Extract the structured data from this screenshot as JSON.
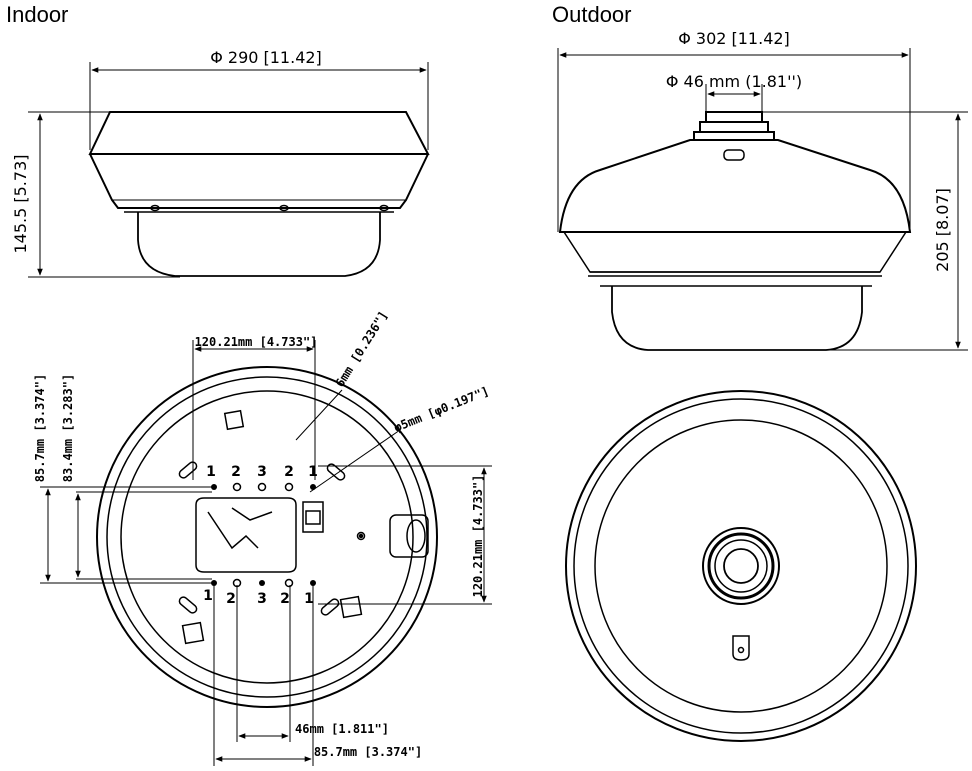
{
  "sections": {
    "indoor": "Indoor",
    "outdoor": "Outdoor"
  },
  "indoor_side": {
    "diameter": "Φ 290 [11.42]",
    "height": "145.5 [5.73]"
  },
  "outdoor_side": {
    "diameter": "Φ 302 [11.42]",
    "pipe": "Φ 46 mm (1.81'')",
    "height": "205 [8.07]"
  },
  "indoor_bottom": {
    "top_span": "120.21mm [4.733\"]",
    "slot_width": "6mm [0.236\"]",
    "hole_dia": "φ5mm [φ0.197\"]",
    "left_outer": "85.7mm [3.374\"]",
    "left_inner": "83.4mm [3.283\"]",
    "right_span": "120.21mm [4.733\"]",
    "bottom_inner": "46mm [1.811\"]",
    "bottom_outer": "85.7mm [3.374\"]",
    "hole_labels": [
      "1",
      "2",
      "3",
      "2",
      "1"
    ]
  }
}
